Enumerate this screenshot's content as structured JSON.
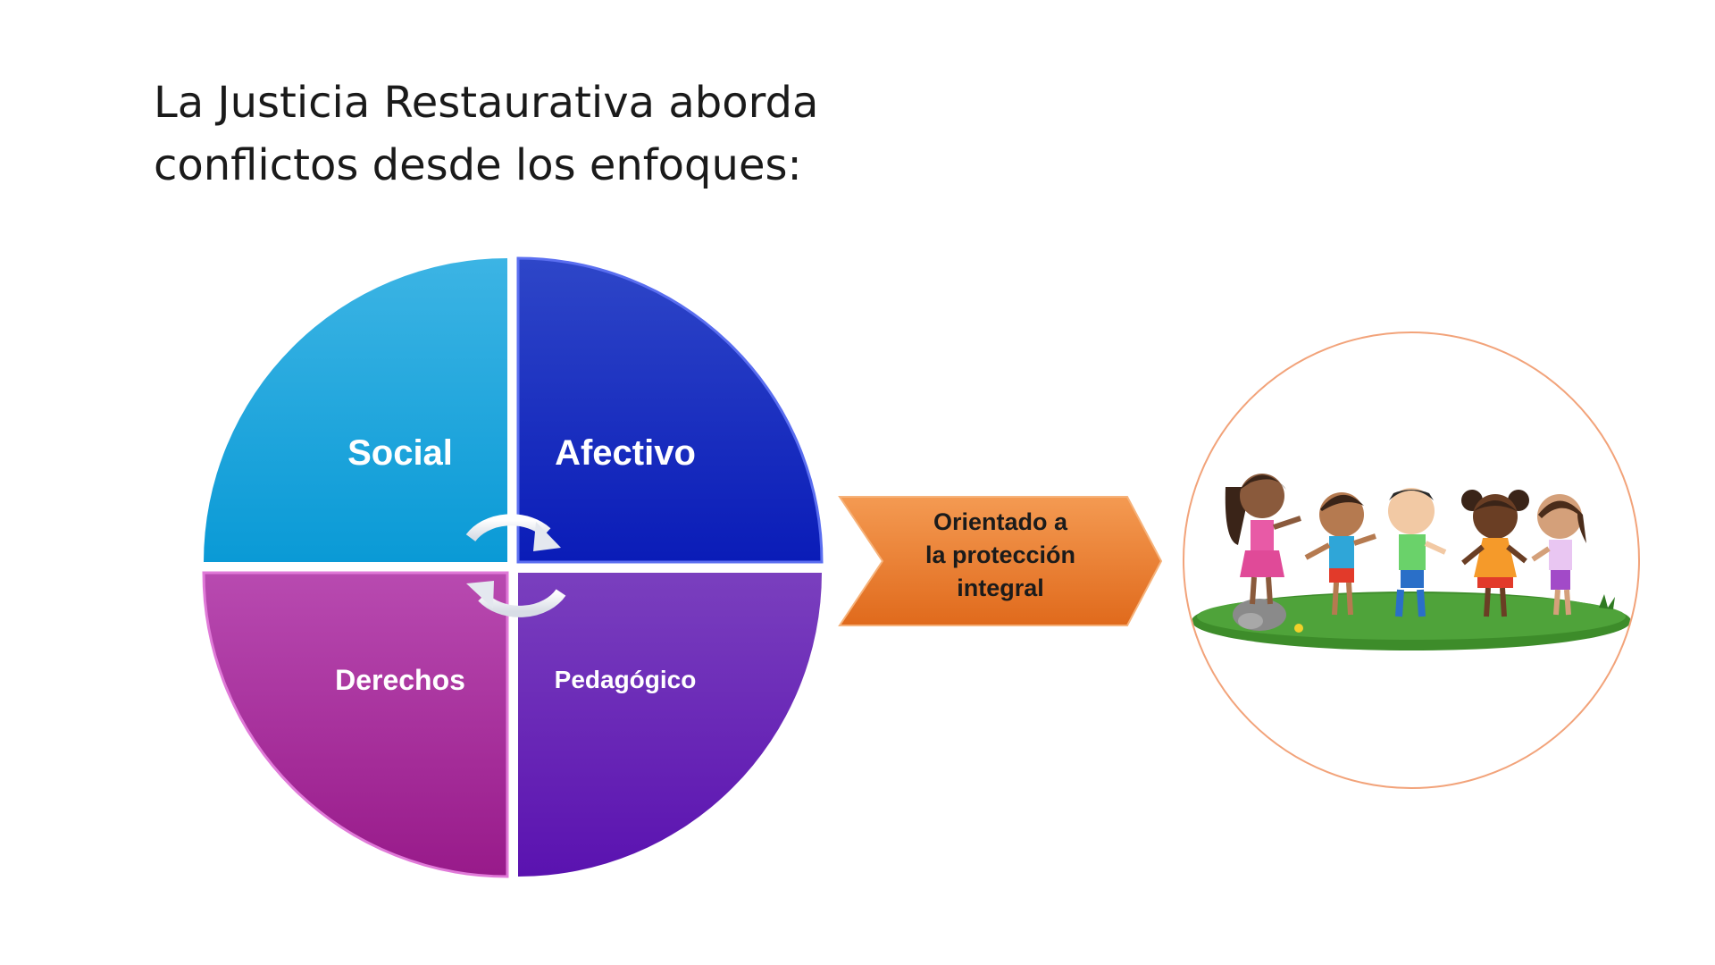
{
  "slide": {
    "title_line1": "La Justicia Restaurativa aborda",
    "title_line2": "conflictos desde los enfoques:"
  },
  "quadrants": {
    "social": "Social",
    "afectivo": "Afectivo",
    "derechos": "Derechos",
    "pedagogico": "Pedagógico"
  },
  "arrow": {
    "line1": "Orientado a",
    "line2": "la protección",
    "line3": "integral"
  },
  "colors": {
    "social": "#1aa6dc",
    "afectivo": "#1a2fc0",
    "derechos": "#b0309e",
    "pedagogico": "#6a22b8",
    "arrow": "#ee7a2e",
    "circle_outline": "#f2a37a",
    "grass": "#3d8c2a"
  },
  "icons": {
    "cycle": "circular-arrows-icon",
    "illustration": "children-playing-illustration"
  }
}
